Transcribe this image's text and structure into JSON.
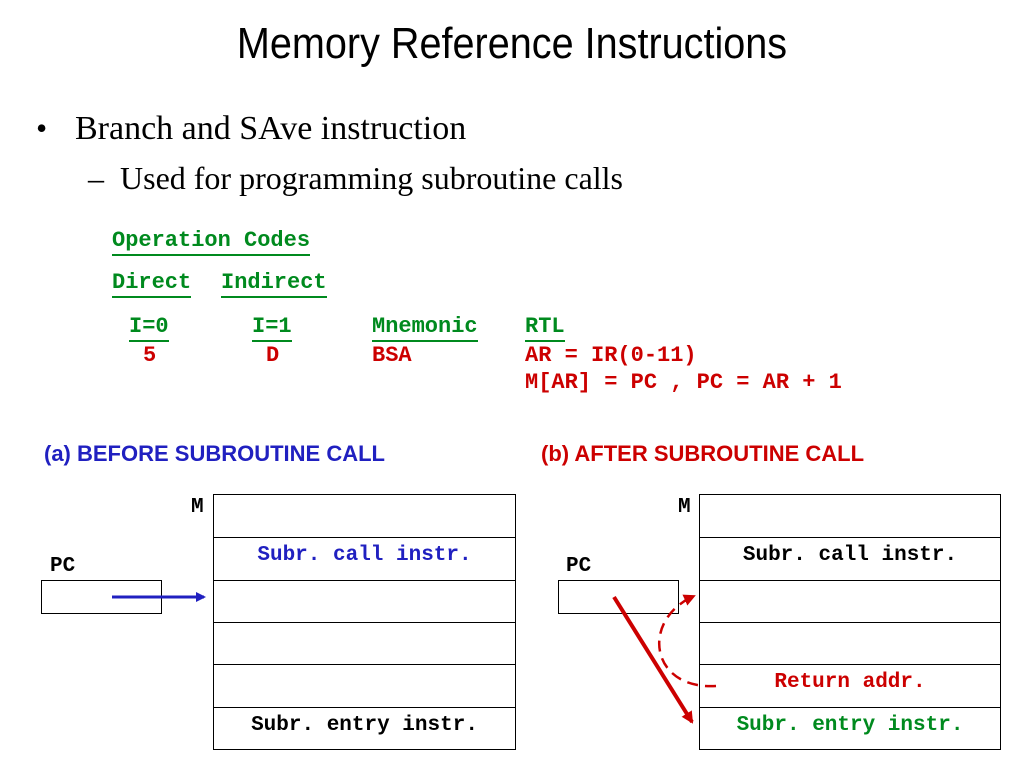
{
  "title": "Memory Reference Instructions",
  "bullet": {
    "main": "Branch and SAve instruction",
    "sub": "Used for programming subroutine calls"
  },
  "opcodes": {
    "heading": "Operation Codes",
    "direct": "Direct",
    "indirect": "Indirect",
    "col_i0": "I=0",
    "col_i1": "I=1",
    "col_mnemonic": "Mnemonic",
    "col_rtl": "RTL",
    "val_i0": "5",
    "val_i1": "D",
    "val_mnemonic": "BSA",
    "rtl_line1": "AR = IR(0-11)",
    "rtl_line2": "M[AR] = PC , PC = AR + 1"
  },
  "before": {
    "caption": "(a) BEFORE SUBROUTINE CALL",
    "m_label": "M",
    "pc_label": "PC",
    "cells": [
      "",
      "Subr. call instr.",
      "",
      "",
      "",
      "Subr. entry instr."
    ]
  },
  "after": {
    "caption": "(b) AFTER SUBROUTINE CALL",
    "m_label": "M",
    "pc_label": "PC",
    "cells": [
      "",
      "Subr. call instr.",
      "",
      "",
      "Return addr.",
      "Subr. entry instr."
    ]
  },
  "colors": {
    "green": "#008a1e",
    "red": "#cc0000",
    "blue": "#2020c0"
  }
}
